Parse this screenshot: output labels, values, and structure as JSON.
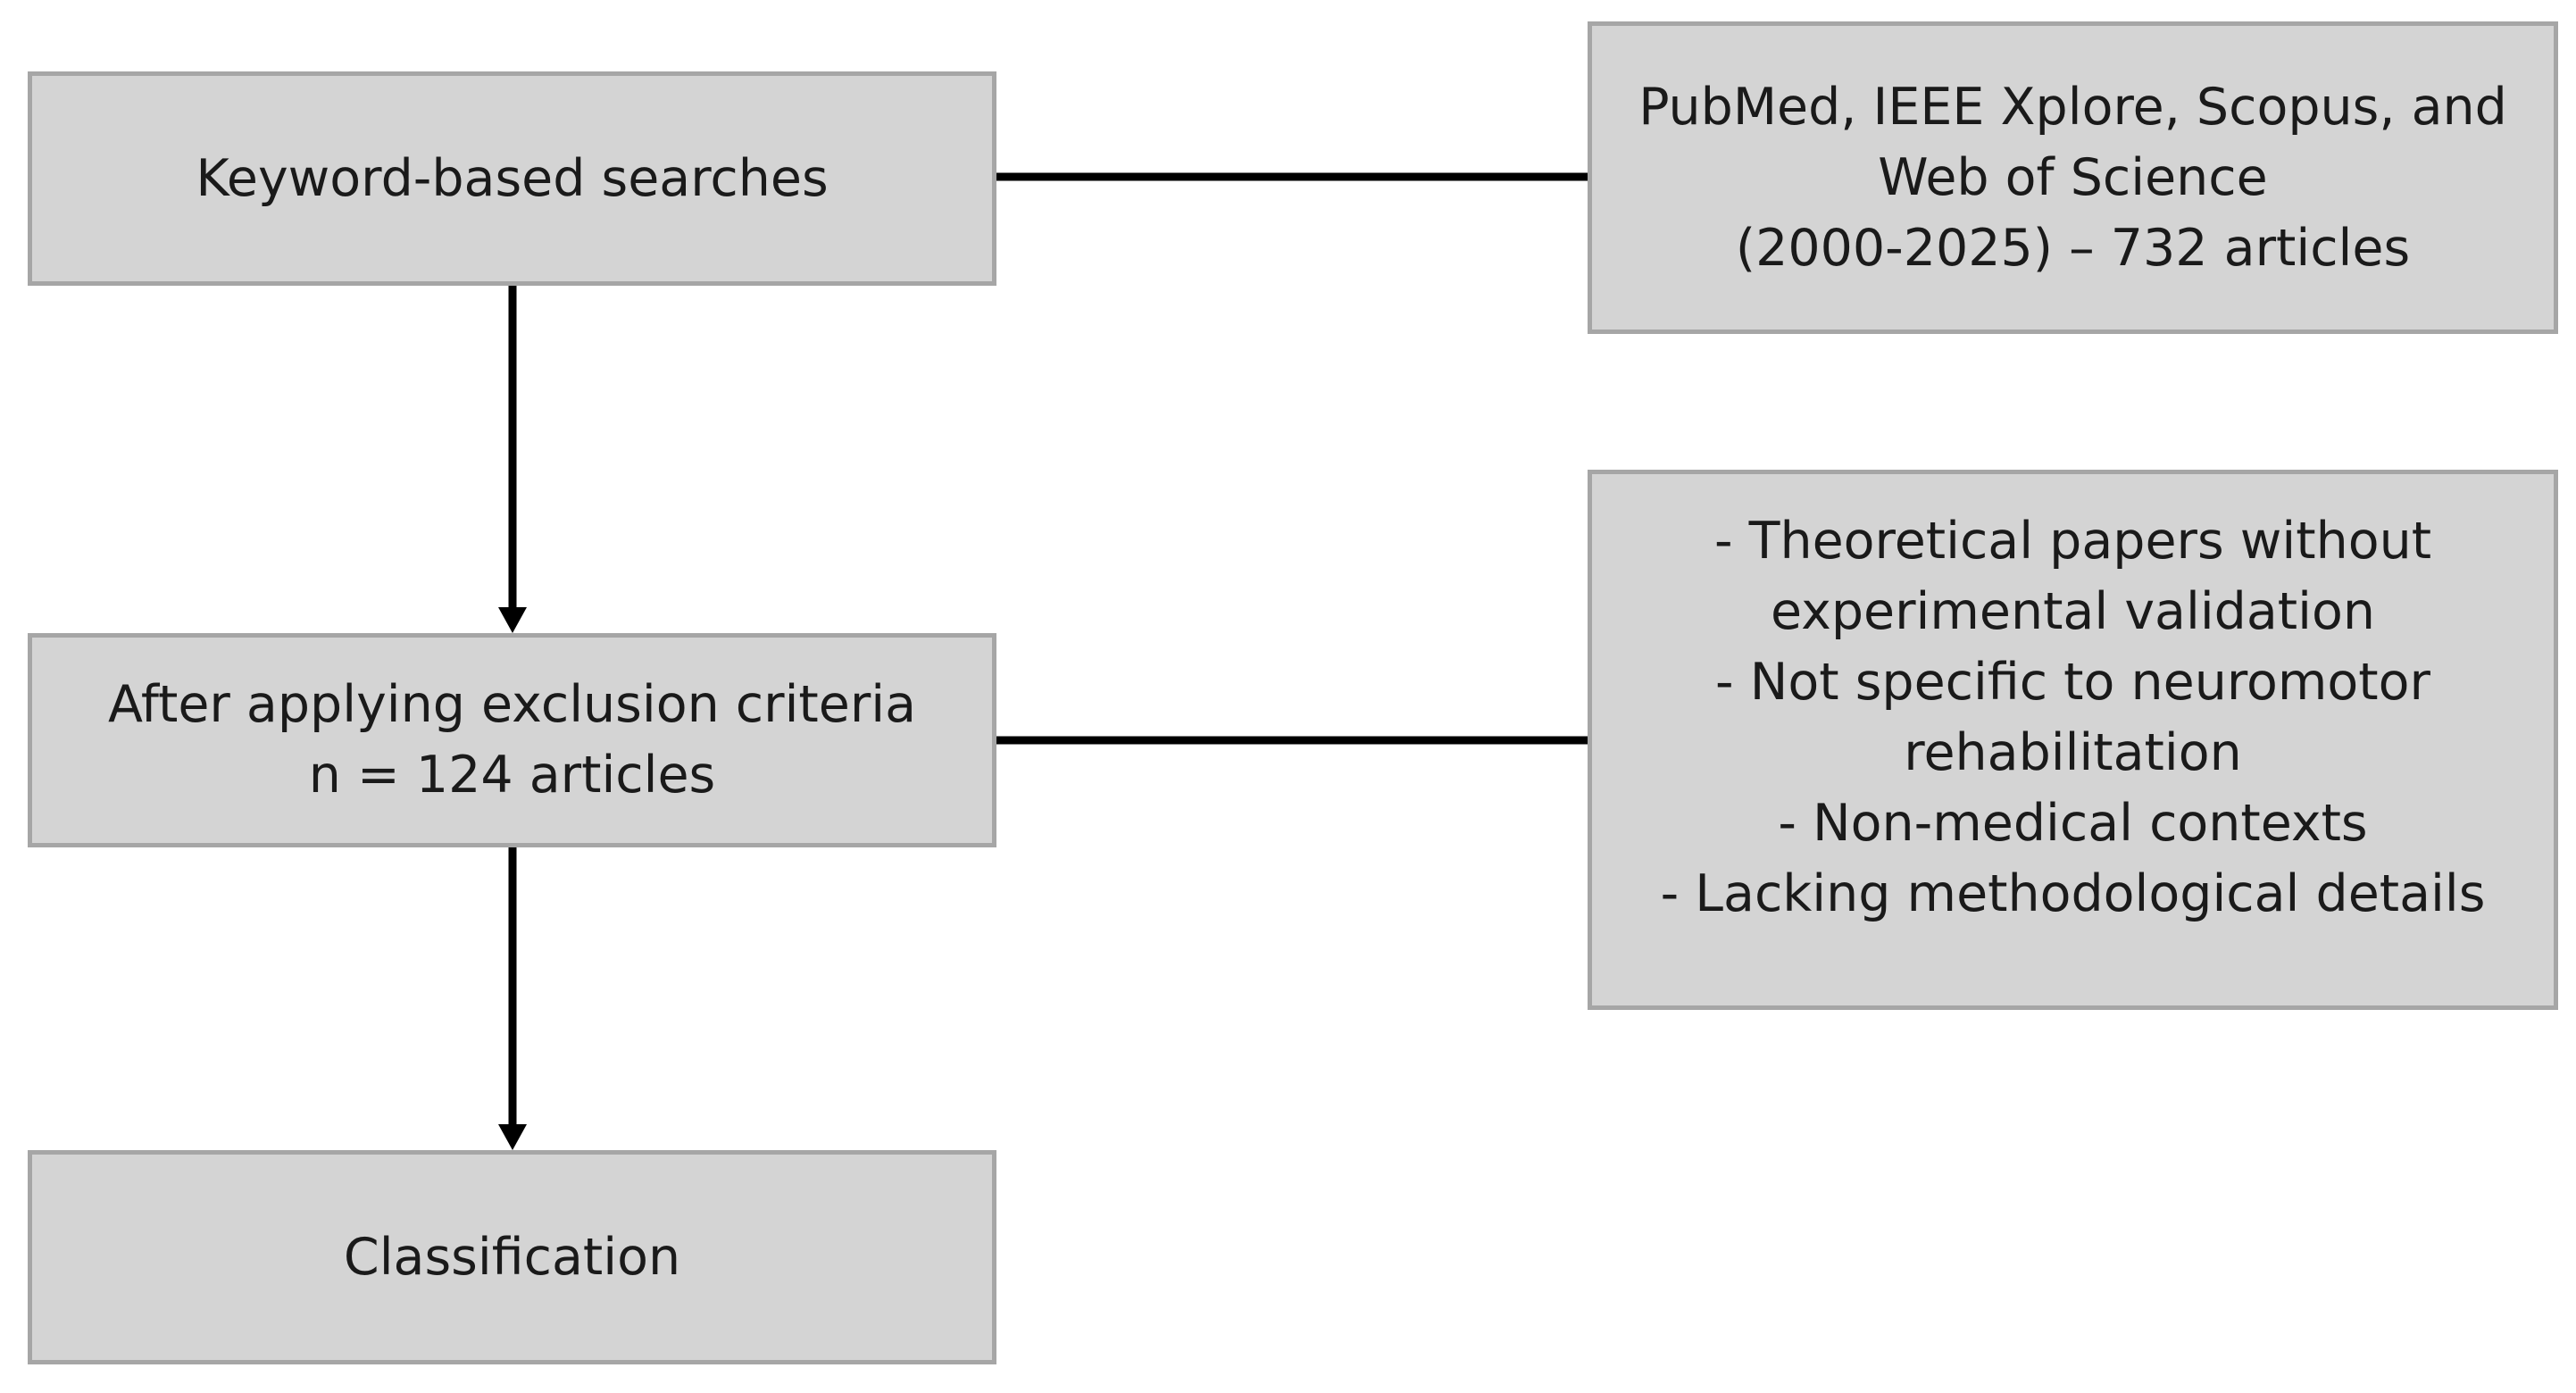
{
  "diagram": {
    "type": "flowchart",
    "colors": {
      "box_fill": "#d4d4d4",
      "box_border": "#a6a6a6",
      "connector": "#000000",
      "text": "#1a1a1a"
    },
    "nodes": {
      "keyword_search": {
        "lines": [
          "Keyword-based searches"
        ]
      },
      "databases": {
        "lines": [
          "PubMed, IEEE Xplore, Scopus, and",
          "Web of Science",
          "(2000-2025) – 732 articles"
        ]
      },
      "exclusion": {
        "lines": [
          "After applying exclusion criteria",
          "n = 124 articles"
        ]
      },
      "exclusion_criteria": {
        "lines": [
          "- Theoretical papers without",
          "experimental validation",
          "- Not specific to neuromotor",
          "rehabilitation",
          "- Non-medical contexts",
          "- Lacking methodological details"
        ]
      },
      "classification": {
        "lines": [
          "Classification"
        ]
      }
    },
    "edges": [
      {
        "from": "keyword_search",
        "to": "databases",
        "style": "line"
      },
      {
        "from": "keyword_search",
        "to": "exclusion",
        "style": "arrow"
      },
      {
        "from": "exclusion",
        "to": "exclusion_criteria",
        "style": "line"
      },
      {
        "from": "exclusion",
        "to": "classification",
        "style": "arrow"
      }
    ]
  }
}
